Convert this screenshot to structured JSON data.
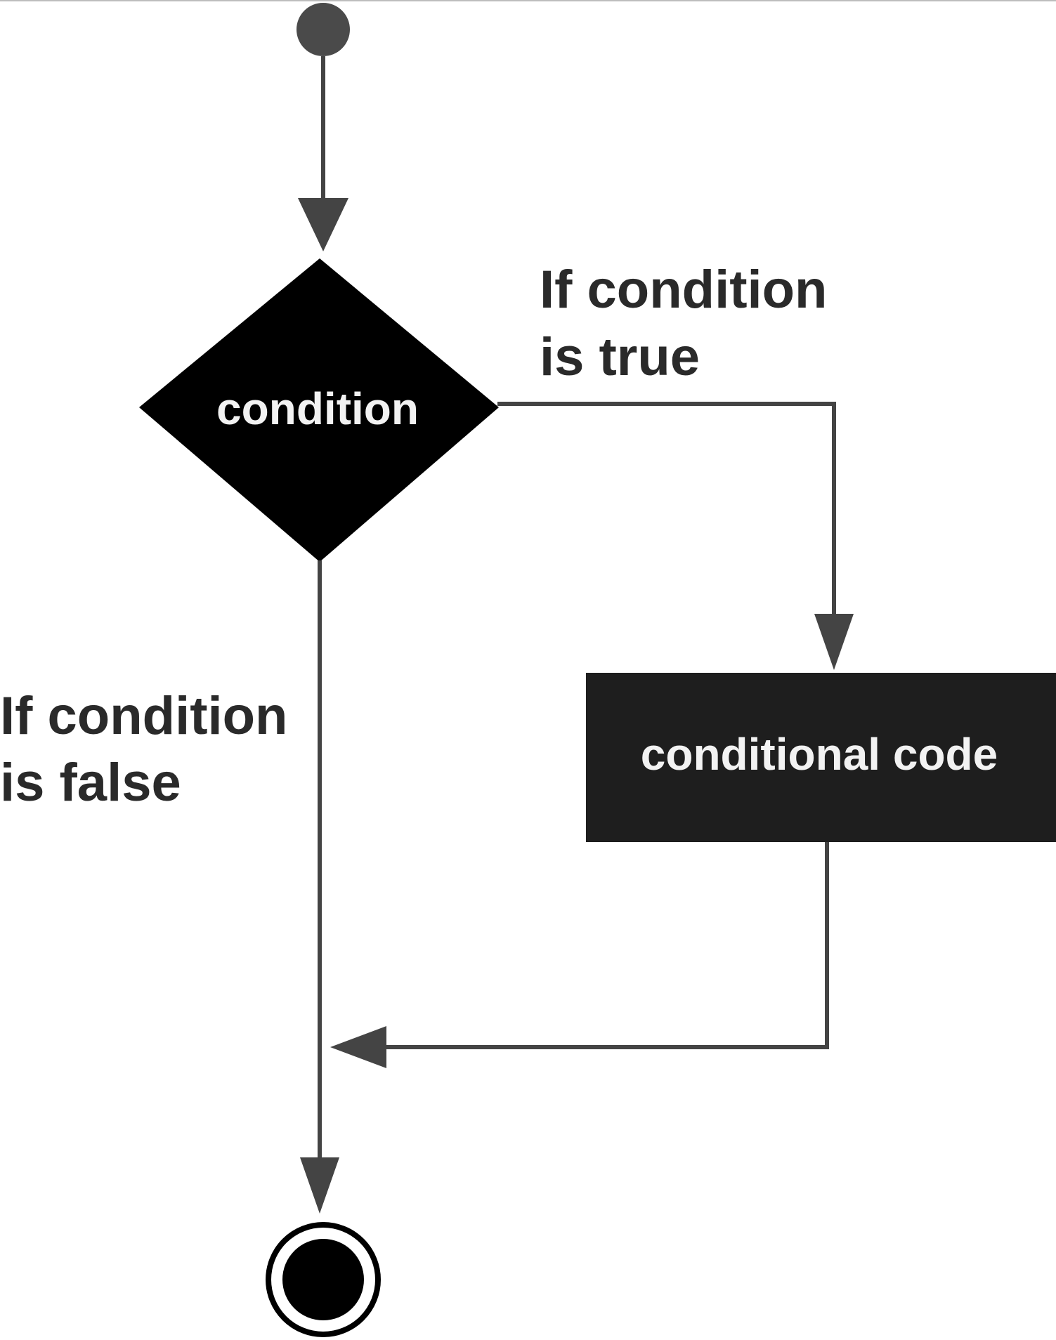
{
  "nodes": {
    "decision": {
      "label": "condition"
    },
    "process": {
      "label": "conditional code"
    }
  },
  "edges": {
    "true_branch": {
      "label_line1": "If condition",
      "label_line2": "is true"
    },
    "false_branch": {
      "label_line1": "If condition",
      "label_line2": "is false"
    }
  },
  "colors": {
    "line": "#444444",
    "shape_fill": "#000000",
    "process_fill": "#1e1e1e",
    "start_fill": "#4a4a4a",
    "label_dark": "#2a2a2a",
    "label_light": "#f2f2f2"
  }
}
